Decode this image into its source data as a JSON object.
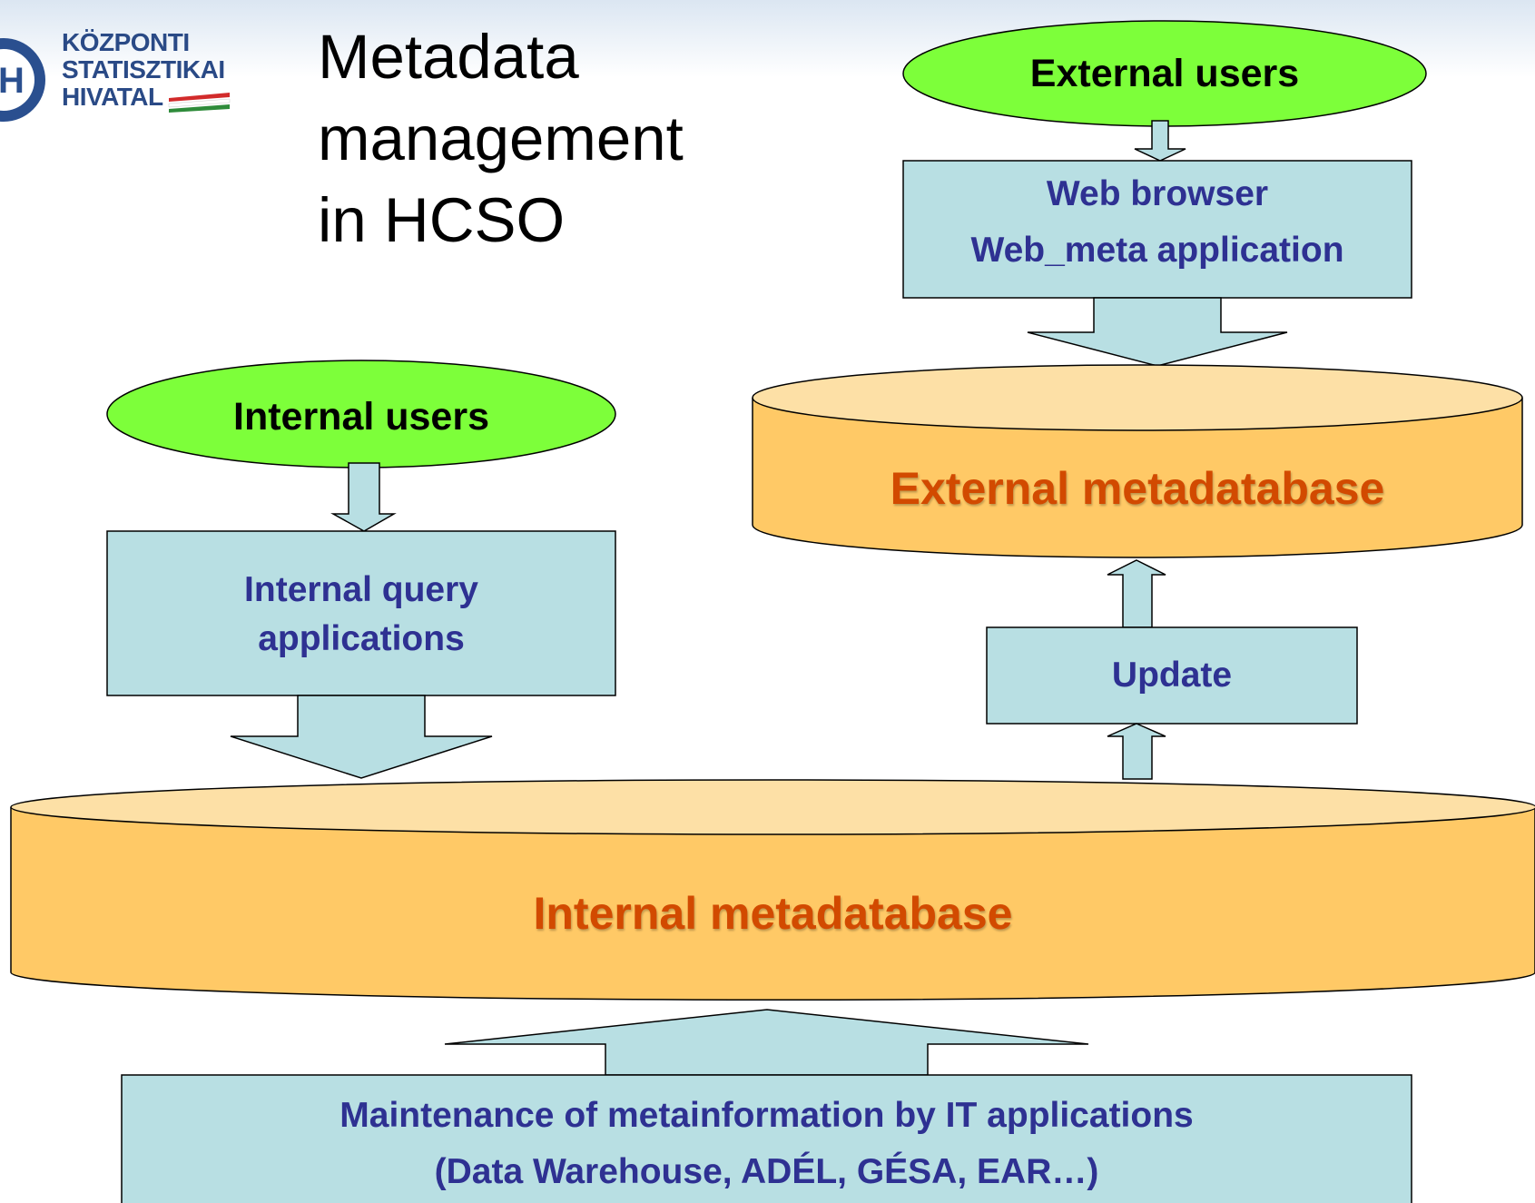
{
  "logo": {
    "lines": [
      "KÖZPONTI",
      "STATISZTIKAI",
      "HIVATAL"
    ],
    "emblem_letter": "H"
  },
  "title": {
    "lines": [
      "Metadata",
      "management",
      "in HCSO"
    ]
  },
  "nodes": {
    "external_users": "External users",
    "web_browser": [
      "Web browser",
      "Web_meta application"
    ],
    "external_db": "External metadatabase",
    "internal_users": "Internal users",
    "internal_query": [
      "Internal query",
      "applications"
    ],
    "update": "Update",
    "internal_db": "Internal metadatabase",
    "maintenance": [
      "Maintenance of metainformation by IT applications",
      "(Data Warehouse, ADÉL, GÉSA, EAR…)"
    ]
  },
  "colors": {
    "ellipse_fill": "#7dff3a",
    "box_fill": "#b8dfe3",
    "db_fill": "#ffc966",
    "db_top": "#fde0a6",
    "box_text": "#2e3192",
    "db_text": "#d24a00"
  }
}
